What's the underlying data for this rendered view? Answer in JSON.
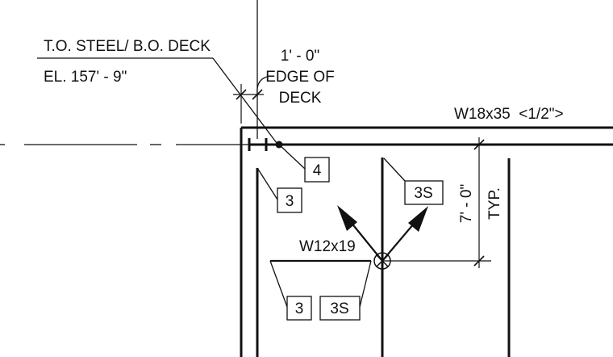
{
  "elevation_note": {
    "line1": "T.O. STEEL/ B.O. DECK",
    "line2": "EL. 157' - 9\""
  },
  "edge_dimension": {
    "value": "1' - 0\"",
    "label_line1": "EDGE OF",
    "label_line2": "DECK"
  },
  "beam_labels": {
    "girder": "W18x35  <1/2\">",
    "beam": "W12x19"
  },
  "spacing_dimension": {
    "value": "7' - 0\"",
    "note": "TYP."
  },
  "tags": {
    "corner_detail": "4",
    "left_detail": "3",
    "joist_detail": "3S",
    "beam_detail_a": "3",
    "beam_detail_b": "3S"
  },
  "colors": {
    "ink": "#111111",
    "paper": "#ffffff"
  }
}
